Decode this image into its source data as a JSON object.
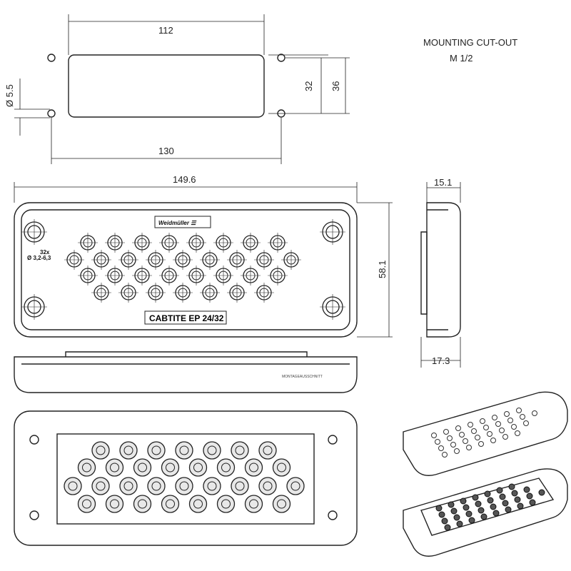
{
  "title": {
    "line1": "MOUNTING CUT-OUT",
    "line2": "M 1/2"
  },
  "dimensions": {
    "cutout_width": "112",
    "hole_spacing": "130",
    "cutout_height": "32",
    "hole_height": "36",
    "hole_diameter": "Ø 5.5",
    "overall_width": "149.6",
    "overall_height": "58.1",
    "depth_top": "15.1",
    "depth_bottom": "17.3"
  },
  "labels": {
    "brand": "Weidmüller ☰",
    "product": "CABTITE EP 24/32",
    "count": "32x",
    "range": "Ø 3,2-6,3",
    "side_note": "MONTAGEAUSSCHNITT"
  },
  "holes": {
    "front_rows": [
      8,
      9,
      8,
      7
    ],
    "back_rows": [
      7,
      8,
      9,
      8
    ]
  }
}
